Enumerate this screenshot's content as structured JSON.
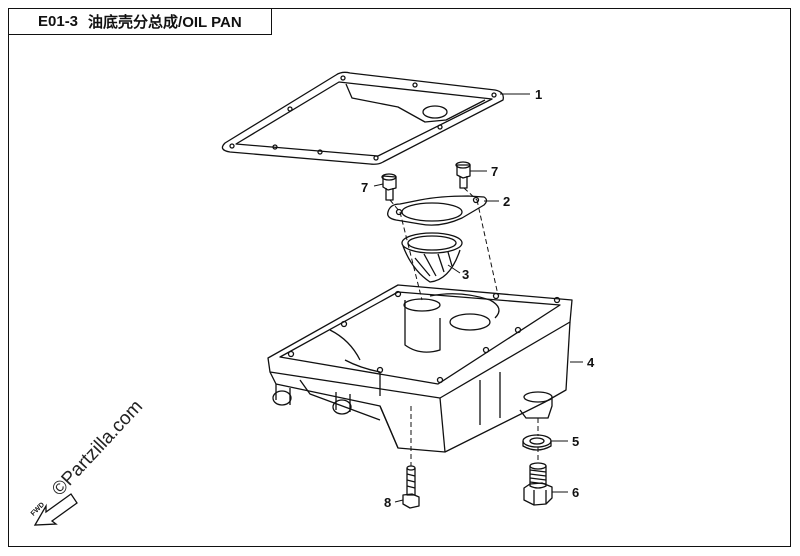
{
  "title": {
    "code": "E01-3",
    "text": "油底壳分总成/OIL PAN"
  },
  "callouts": [
    {
      "id": "1",
      "label": "1"
    },
    {
      "id": "2",
      "label": "2"
    },
    {
      "id": "3",
      "label": "3"
    },
    {
      "id": "4",
      "label": "4"
    },
    {
      "id": "5",
      "label": "5"
    },
    {
      "id": "6",
      "label": "6"
    },
    {
      "id": "7a",
      "label": "7"
    },
    {
      "id": "7b",
      "label": "7"
    },
    {
      "id": "8",
      "label": "8"
    }
  ],
  "watermark": "©Partzilla.com",
  "fwd_label": "FWD"
}
